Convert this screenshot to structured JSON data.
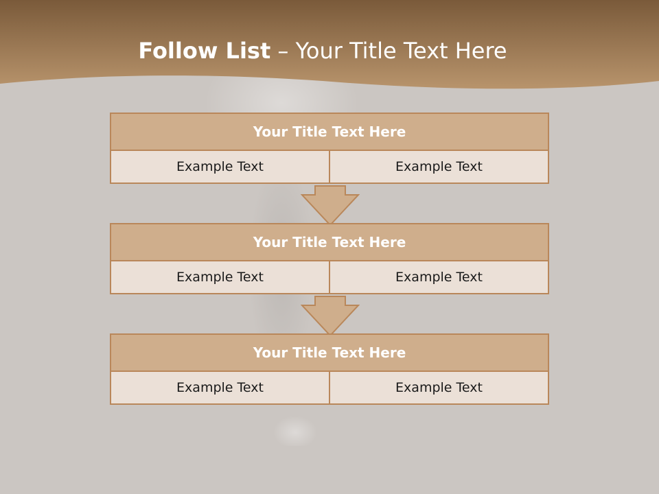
{
  "slide": {
    "title_bold": "Follow List",
    "title_rest": " – Your Title Text Here"
  },
  "blocks": [
    {
      "title": "Your Title Text Here",
      "left": "Example Text",
      "right": "Example Text"
    },
    {
      "title": "Your Title Text Here",
      "left": "Example Text",
      "right": "Example Text"
    },
    {
      "title": "Your Title Text Here",
      "left": "Example Text",
      "right": "Example Text"
    }
  ],
  "colors": {
    "background": "#cbc6c2",
    "header_band_dark": "#7a5a3a",
    "header_band_light": "#b08a62",
    "block_title_fill": "#cfae8c",
    "block_border": "#b9875a",
    "cell_fill": "#ebe0d7"
  }
}
